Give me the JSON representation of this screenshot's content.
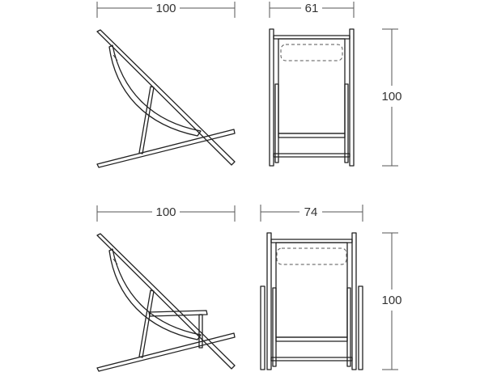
{
  "drawings": [
    {
      "name": "side-view-chair-a",
      "dimensions": {
        "width": "100"
      }
    },
    {
      "name": "front-view-chair-a",
      "dimensions": {
        "width": "61",
        "height": "100"
      }
    },
    {
      "name": "side-view-chair-b",
      "dimensions": {
        "width": "100"
      }
    },
    {
      "name": "front-view-chair-b",
      "dimensions": {
        "width": "74",
        "height": "100"
      }
    }
  ]
}
